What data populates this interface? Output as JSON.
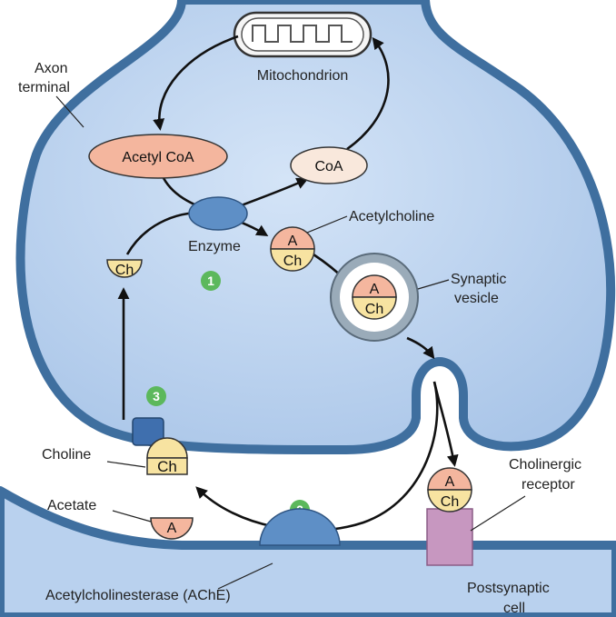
{
  "labels": {
    "mitochondrion": "Mitochondrion",
    "axon_terminal_line1": "Axon",
    "axon_terminal_line2": "terminal",
    "acetyl_coa": "Acetyl CoA",
    "coa": "CoA",
    "enzyme": "Enzyme",
    "acetylcholine": "Acetylcholine",
    "synaptic_vesicle_line1": "Synaptic",
    "synaptic_vesicle_line2": "vesicle",
    "choline": "Choline",
    "acetate": "Acetate",
    "ache": "Acetylcholinesterase (AChE)",
    "cholinergic_receptor_line1": "Cholinergic",
    "cholinergic_receptor_line2": "receptor",
    "postsynaptic_cell_line1": "Postsynaptic",
    "postsynaptic_cell_line2": "cell"
  },
  "molecules": {
    "acetyl_part": "A",
    "choline_part": "Ch"
  },
  "steps": [
    "1",
    "2",
    "3"
  ],
  "colors": {
    "cell_fill": "#b9d1ee",
    "cell_stroke": "#3f6f9f",
    "acetyl": "#f4b69e",
    "choline": "#f7e3a1",
    "enzyme": "#5e8fc6",
    "receptor": "#c797c0",
    "step_badge": "#5cb85c"
  }
}
